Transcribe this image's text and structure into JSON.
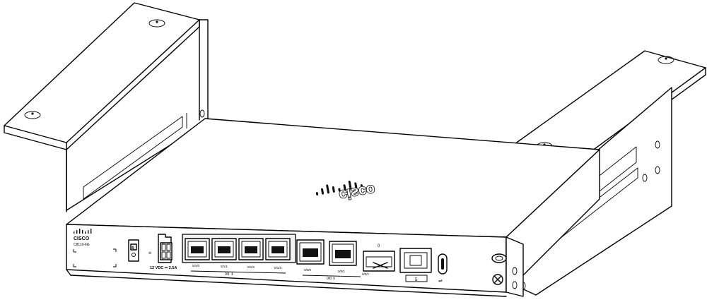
{
  "device": {
    "brand": "CISCO",
    "model": "C8110-6G",
    "top_logo": "cisco",
    "power_label": "12 VDC ⎓ 2.5A",
    "reset_label": "S",
    "sfp_label": "0",
    "console_label": "5",
    "port_labels": [
      "0/1/0",
      "0/1/1",
      "0/1/2",
      "0/1/3",
      "0/0/0",
      "0/0/1"
    ],
    "poe_group_label": "0/1 ⇕",
    "wan_group_label": "0/0 ⇕",
    "sfp_port_label": "0/0/1"
  }
}
